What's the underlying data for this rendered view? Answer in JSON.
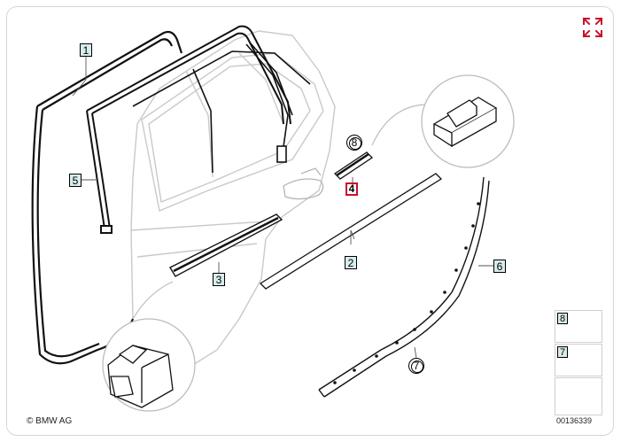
{
  "callouts": [
    {
      "id": "1",
      "style": "square"
    },
    {
      "id": "5",
      "style": "square"
    },
    {
      "id": "8",
      "style": "circle"
    },
    {
      "id": "4",
      "style": "square-red"
    },
    {
      "id": "2",
      "style": "square"
    },
    {
      "id": "3",
      "style": "square"
    },
    {
      "id": "6",
      "style": "square"
    },
    {
      "id": "7",
      "style": "circle"
    }
  ],
  "legend": [
    {
      "id": "8"
    },
    {
      "id": "7"
    }
  ],
  "copyright": "© BMW AG",
  "figure_number": "00136339",
  "colors": {
    "accent": "#c8102e",
    "label_fill": "#d7ecec",
    "door_line": "#cfcfcf",
    "part_line": "#111111"
  },
  "icons": {
    "expand": "expand-arrows-icon",
    "copyright": "copyright-icon"
  }
}
